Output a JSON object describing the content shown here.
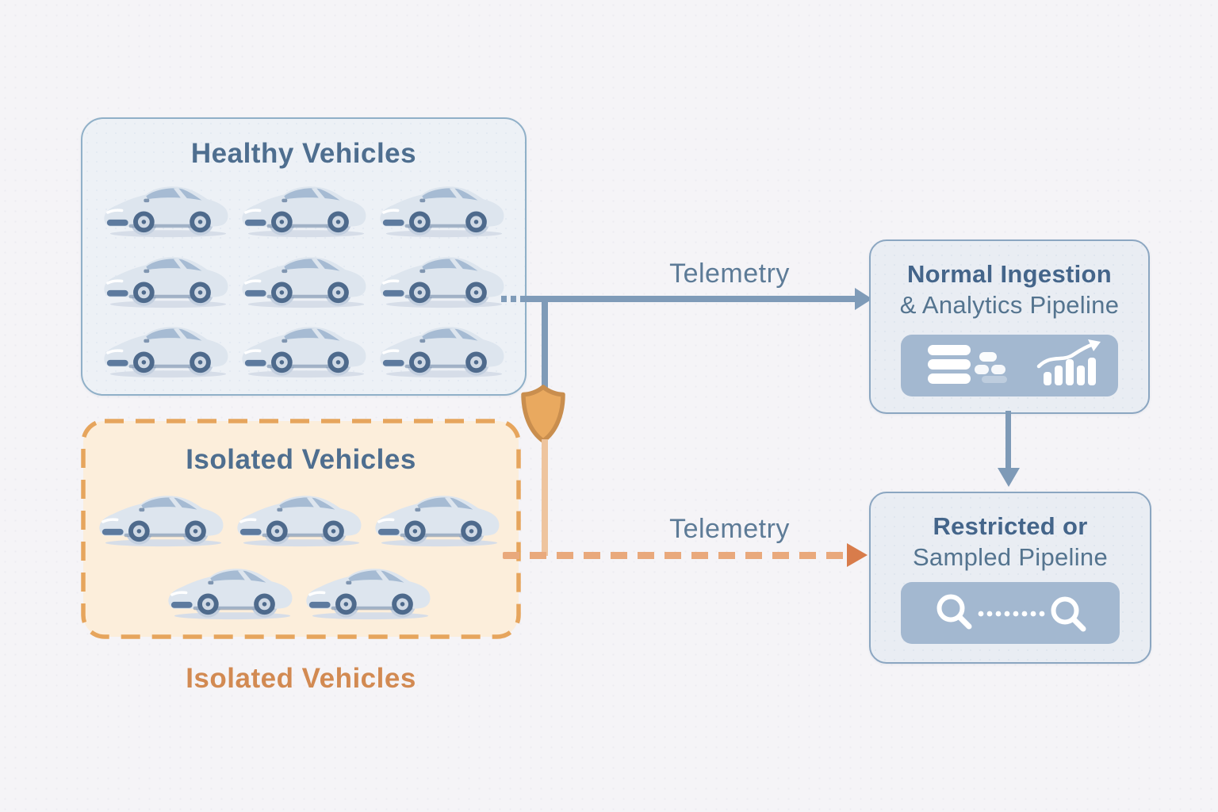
{
  "healthy_box": {
    "title": "Healthy Vehicles",
    "car_rows": [
      3,
      3,
      3
    ],
    "car_count": 9
  },
  "isolated_box": {
    "title": "Isolated Vehicles",
    "caption": "Isolated Vehicles",
    "car_rows": [
      3,
      2
    ],
    "car_count": 5
  },
  "flows": {
    "healthy": {
      "label": "Telemetry",
      "style": "solid",
      "color": "#7f9bb8"
    },
    "isolated": {
      "label": "Telemetry",
      "style": "dashed",
      "color": "#e9a97c",
      "arrowhead_color": "#d87c4b"
    }
  },
  "gateway": {
    "icon": "shield-icon",
    "fill": "#e9a95f",
    "border": "#c98e4e"
  },
  "pipeline_normal": {
    "title_bold": "Normal Ingestion",
    "title_rest": "& Analytics Pipeline",
    "icons": [
      "database-stack-icon",
      "bar-chart-trend-icon"
    ]
  },
  "pipeline_restricted": {
    "title_bold": "Restricted or",
    "title_rest": "Sampled Pipeline",
    "icons": [
      "magnifier-icon",
      "dotted-connector",
      "magnifier-icon"
    ]
  },
  "colors": {
    "page_bg": "#f5f4f7",
    "healthy_box_bg": "#edf1f6",
    "healthy_box_border": "#90b0c8",
    "isolated_box_bg": "#fceedb",
    "isolated_box_border": "#e6a55d",
    "pipeline_box_bg": "#e9edf3",
    "pipeline_box_border": "#8ba6c1",
    "icon_panel_bg": "#a3b8d0",
    "title_blue": "#4e6e8f",
    "caption_orange": "#d28a52",
    "car_body": "#dde5ee",
    "car_glass": "#a6bbd3"
  }
}
